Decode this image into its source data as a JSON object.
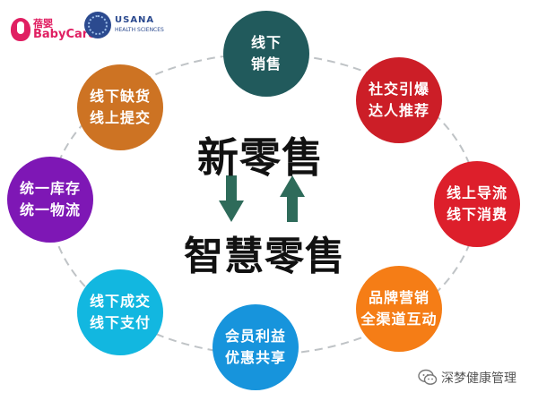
{
  "logos": {
    "babycare_cn": "蓓婴",
    "babycare_en": "BabyCare",
    "usana_name": "USANA",
    "usana_tagline": "HEALTH SCIENCES"
  },
  "center": {
    "top": "新零售",
    "bottom": "智慧零售",
    "down_arrow_color": "#2e6b5a",
    "up_arrow_color": "#2e6b5a"
  },
  "nodes": [
    {
      "lines": [
        "线下",
        "销售"
      ],
      "color": "#215a5c"
    },
    {
      "lines": [
        "社交引爆",
        "达人推荐"
      ],
      "color": "#cc1e27"
    },
    {
      "lines": [
        "线上导流",
        "线下消费"
      ],
      "color": "#dd1f2b"
    },
    {
      "lines": [
        "品牌营销",
        "全渠道互动"
      ],
      "color": "#f57d16"
    },
    {
      "lines": [
        "会员利益",
        "优惠共享"
      ],
      "color": "#1794dc"
    },
    {
      "lines": [
        "线下成交",
        "线下支付"
      ],
      "color": "#12b7e0"
    },
    {
      "lines": [
        "统一库存",
        "统一物流"
      ],
      "color": "#7e17b5"
    },
    {
      "lines": [
        "线下缺货",
        "线上提交"
      ],
      "color": "#cd7323"
    }
  ],
  "watermark": {
    "icon": "wechat-icon",
    "text": "深梦健康管理"
  }
}
